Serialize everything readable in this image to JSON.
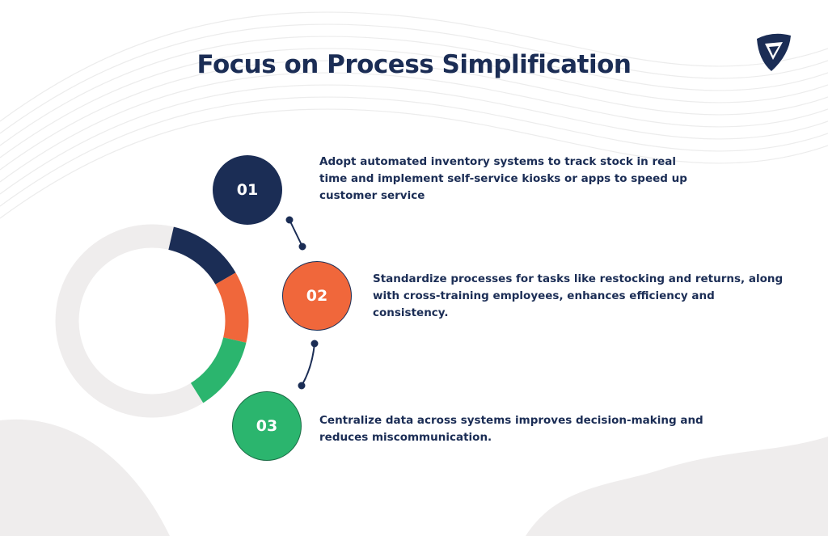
{
  "title": "Focus on Process Simplification",
  "logo_label": "shield logo",
  "colors": {
    "navy": "#1b2d55",
    "orange": "#f0673b",
    "green": "#2bb56e",
    "ring": "#efeded"
  },
  "steps": [
    {
      "number": "01",
      "text": "Adopt automated inventory systems to track stock in real time and implement self-service kiosks or apps to speed up customer service"
    },
    {
      "number": "02",
      "text": "Standardize processes for tasks like restocking and returns, along with cross-training employees, enhances efficiency and consistency."
    },
    {
      "number": "03",
      "text": "Centralize data across systems improves decision-making and reduces miscommunication."
    }
  ]
}
